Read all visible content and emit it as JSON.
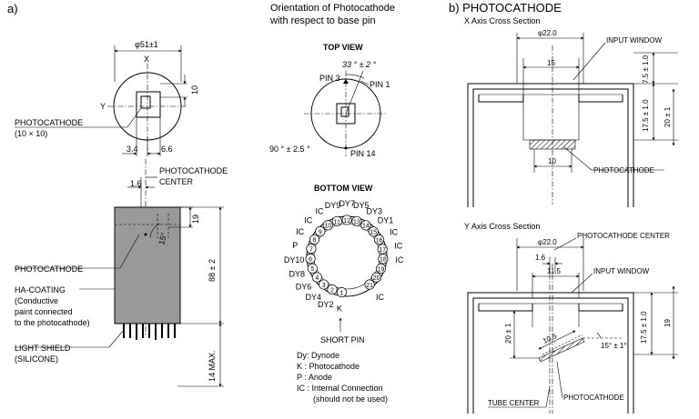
{
  "section_a": {
    "label": "a)",
    "dim_diameter": "φ51±1",
    "axis_x": "X",
    "axis_y": "Y",
    "dim_window_height": "10",
    "photocathode_label": "PHOTOCATHODE",
    "photocathode_size": "(10 × 10)",
    "dim_left_offset": "3.4",
    "dim_right_offset": "6.6",
    "center_offset": "1.6",
    "center_label_line1": "PHOTOCATHODE",
    "center_label_line2": "CENTER",
    "dim_top_19": "19",
    "angle_15": "15°",
    "dim_length": "88 ± 2",
    "dim_pins": "14 MAX.",
    "side_photocathode": "PHOTOCATHODE",
    "ha_coating": [
      "HA-COATING",
      "(Conductive",
      "paint connected",
      "to the photocathode)"
    ],
    "light_shield": [
      "LIGHT SHIELD",
      "(SILICONE)"
    ]
  },
  "orientation": {
    "title_line1": "Orientation of Photocathode",
    "title_line2": "with respect to base pin",
    "top_view": "TOP VIEW",
    "angle_33": "33 ° ± 2 °",
    "pin3": "PIN 3",
    "pin1": "PIN 1",
    "pin14": "PIN 14",
    "angle_90": "90 ° ± 2.5 °",
    "bottom_view": "BOTTOM VIEW",
    "pins": [
      {
        "n": "1",
        "label": "K"
      },
      {
        "n": "2",
        "label": "DY2"
      },
      {
        "n": "3",
        "label": "DY4"
      },
      {
        "n": "4",
        "label": "DY6"
      },
      {
        "n": "5",
        "label": "DY8"
      },
      {
        "n": "6",
        "label": "DY10"
      },
      {
        "n": "7",
        "label": "P"
      },
      {
        "n": "8",
        "label": "IC"
      },
      {
        "n": "9",
        "label": "IC"
      },
      {
        "n": "10",
        "label": "IC"
      },
      {
        "n": "11",
        "label": "DY9"
      },
      {
        "n": "12",
        "label": "DY7"
      },
      {
        "n": "13",
        "label": "DY5"
      },
      {
        "n": "14",
        "label": "DY3"
      },
      {
        "n": "15",
        "label": "DY1"
      },
      {
        "n": "16",
        "label": "IC"
      },
      {
        "n": "17",
        "label": "IC"
      },
      {
        "n": "18",
        "label": "IC"
      },
      {
        "n": "19",
        "label": ""
      },
      {
        "n": "20",
        "label": ""
      },
      {
        "n": "21",
        "label": "IC"
      }
    ],
    "short_pin": "SHORT PIN",
    "legend": [
      "Dy: Dynode",
      "K  : Photocathode",
      "P  : Anode",
      "IC : Internal Connection",
      "(should not be used)"
    ]
  },
  "section_b": {
    "title": "b) PHOTOCATHODE",
    "x_title": "X Axis Cross Section",
    "x_diameter": "φ22.0",
    "x_input_window": "INPUT WINDOW",
    "x_dim_15": "15",
    "x_dim_75": "7.5 ± 1.0",
    "x_dim_175": "17.5 ± 1.0",
    "x_dim_20": "20 ± 1",
    "x_dim_10": "10",
    "x_photocathode": "PHOTOCATHODE",
    "y_title": "Y Axis Cross Section",
    "y_diameter": "φ22.0",
    "y_center": "PHOTOCATHODE CENTER",
    "y_dim_16": "1.6",
    "y_dim_115": "11.5",
    "y_input_window": "INPUT WINDOW",
    "y_dim_20": "20 ± 1",
    "y_dim_105": "10.5",
    "y_angle": "15° ± 1°",
    "y_dim_175": "17.5 ± 1.0",
    "y_dim_19": "19",
    "y_tube_center": "TUBE CENTER",
    "y_photocathode": "PHOTOCATHODE"
  }
}
